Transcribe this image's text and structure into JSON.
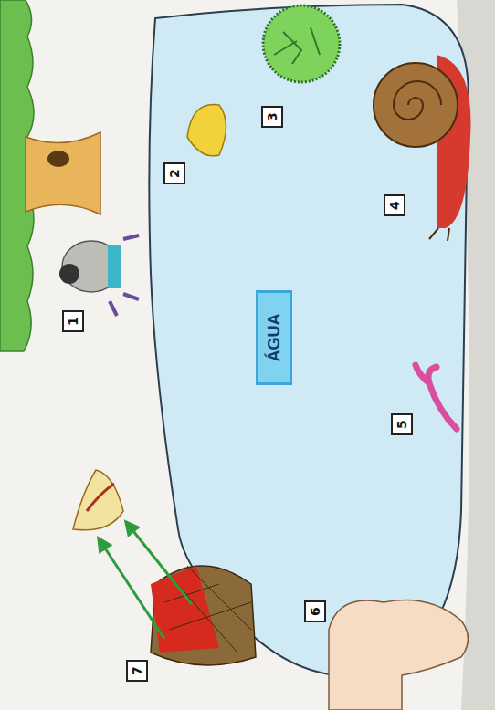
{
  "diagram": {
    "nodes": [
      {
        "text": [
          "1"
        ]
      },
      {
        "text": [
          "2"
        ]
      },
      {
        "text": [
          "3"
        ]
      },
      {
        "text": [
          "4"
        ]
      },
      {
        "text": [
          "5"
        ]
      },
      {
        "text": [
          "6"
        ]
      },
      {
        "text": [
          "7"
        ]
      },
      {
        "text": [
          "ÁGUA"
        ]
      }
    ]
  }
}
